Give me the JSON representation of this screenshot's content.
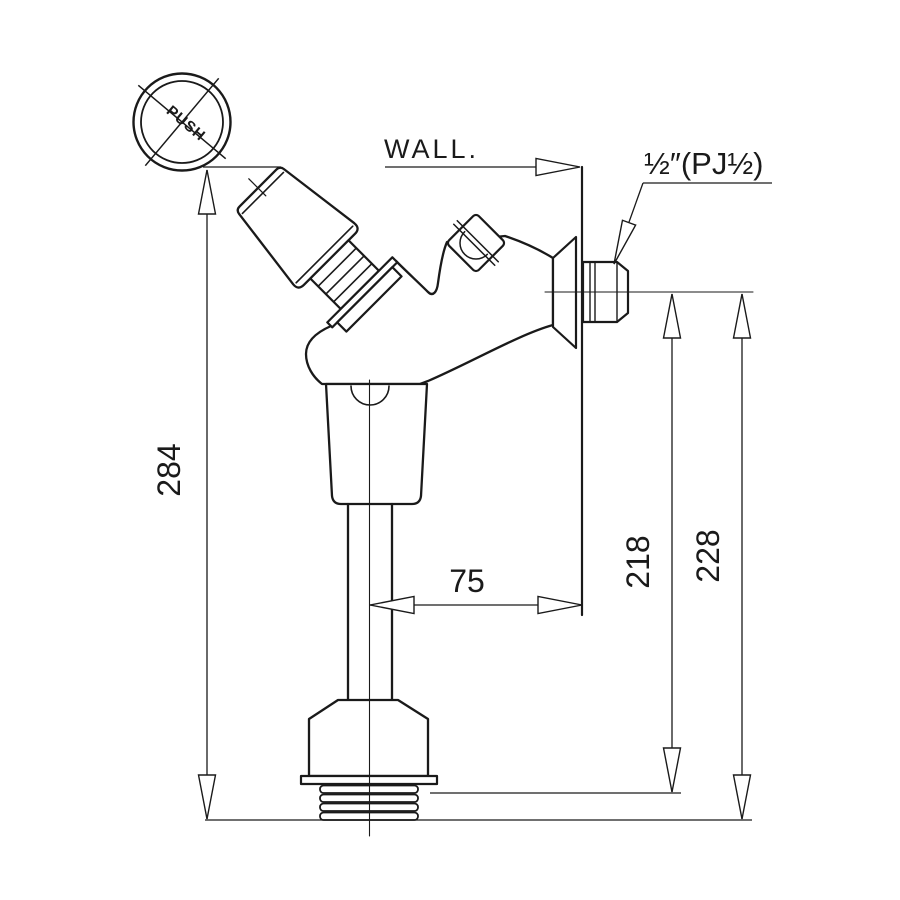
{
  "drawing": {
    "type": "technical-dimension-drawing",
    "subject": "wall-mounted push-button flush valve, side view",
    "push_button_label": "PUSH",
    "wall_label": "WALL.",
    "connection_label": "½″(PJ½)",
    "dimensions": {
      "overall_height": "284",
      "pipe_to_wall_offset": "75",
      "wall_to_outlet_center": "218",
      "wall_to_outlet_end": "228"
    },
    "colors": {
      "line": "#1a1a1a",
      "background": "#ffffff"
    }
  }
}
